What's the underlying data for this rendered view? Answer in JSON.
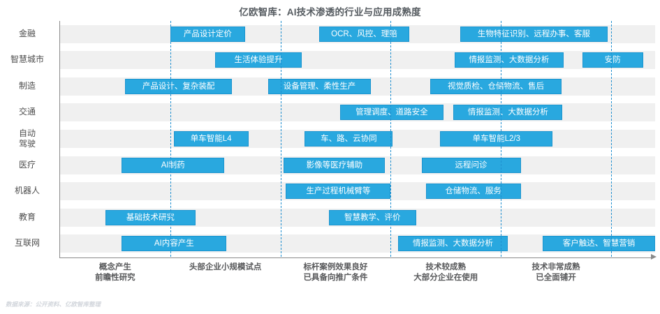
{
  "chart_data": {
    "type": "bar",
    "title": "亿欧智库：AI技术渗透的行业与应用成熟度",
    "subtitle": "",
    "xlabel": "",
    "ylabel": "",
    "grid": true,
    "legend_position": "none",
    "axis_color": "#8a8a8a",
    "bar_color": "#29a8df",
    "bar_border_color": "#1b94cf",
    "band_color": "#f0f0f0",
    "gridline_color": "#1f8fd0",
    "xlim": [
      0,
      5
    ],
    "stage_ticks": [
      1,
      2,
      3,
      4,
      5
    ],
    "stages": [
      {
        "index": 1,
        "line1": "概念产生",
        "line2": "前瞻性研究"
      },
      {
        "index": 2,
        "line1": "头部企业小规模试点",
        "line2": ""
      },
      {
        "index": 3,
        "line1": "标杆案例效果良好",
        "line2": "已具备向推广条件"
      },
      {
        "index": 4,
        "line1": "技术较成熟",
        "line2": "大部分企业在使用"
      },
      {
        "index": 5,
        "line1": "技术非常成熟",
        "line2": "已全面铺开"
      }
    ],
    "categories": [
      "金融",
      "智慧城市",
      "制造",
      "交通",
      "自动驾驶",
      "医疗",
      "机器人",
      "教育",
      "互联网"
    ],
    "rows": [
      {
        "category": "金融",
        "label_line1": "金融",
        "label_line2": "",
        "bars": [
          {
            "label": "产品设计定价",
            "x_start": 1.0,
            "x_end": 1.68
          },
          {
            "label": "OCR、风控、理赔",
            "x_start": 2.35,
            "x_end": 3.17
          },
          {
            "label": "生物特征识别、远程办事、客服",
            "x_start": 3.63,
            "x_end": 4.97
          }
        ]
      },
      {
        "category": "智慧城市",
        "label_line1": "智慧城市",
        "label_line2": "",
        "bars": [
          {
            "label": "生活体验提升",
            "x_start": 1.41,
            "x_end": 2.19
          },
          {
            "label": "情报监测、大数据分析",
            "x_start": 3.58,
            "x_end": 4.57
          },
          {
            "label": "安防",
            "x_start": 4.74,
            "x_end": 5.29
          }
        ]
      },
      {
        "category": "制造",
        "label_line1": "制造",
        "label_line2": "",
        "bars": [
          {
            "label": "产品设计、复杂装配",
            "x_start": 0.59,
            "x_end": 1.56
          },
          {
            "label": "设备管理、柔性生产",
            "x_start": 1.89,
            "x_end": 2.82
          },
          {
            "label": "视觉质检、仓储物流、售后",
            "x_start": 3.36,
            "x_end": 4.55
          }
        ]
      },
      {
        "category": "交通",
        "label_line1": "交通",
        "label_line2": "",
        "bars": [
          {
            "label": "管理调度、道路安全",
            "x_start": 2.54,
            "x_end": 3.48
          },
          {
            "label": "情报监测、大数据分析",
            "x_start": 3.57,
            "x_end": 4.56
          }
        ]
      },
      {
        "category": "自动驾驶",
        "label_line1": "自动",
        "label_line2": "驾驶",
        "bars": [
          {
            "label": "单车智能L4",
            "x_start": 1.03,
            "x_end": 1.71
          },
          {
            "label": "车、路、云协同",
            "x_start": 2.22,
            "x_end": 3.02
          },
          {
            "label": "单车智能L2/3",
            "x_start": 3.45,
            "x_end": 4.47
          }
        ]
      },
      {
        "category": "医疗",
        "label_line1": "医疗",
        "label_line2": "",
        "bars": [
          {
            "label": "AI制药",
            "x_start": 0.56,
            "x_end": 1.49
          },
          {
            "label": "影像等医疗辅助",
            "x_start": 2.03,
            "x_end": 2.95
          },
          {
            "label": "远程问诊",
            "x_start": 3.28,
            "x_end": 4.18
          }
        ]
      },
      {
        "category": "机器人",
        "label_line1": "机器人",
        "label_line2": "",
        "bars": [
          {
            "label": "生产过程机械臂等",
            "x_start": 2.05,
            "x_end": 3.0
          },
          {
            "label": "仓储物流、服务",
            "x_start": 3.32,
            "x_end": 4.18
          }
        ]
      },
      {
        "category": "教育",
        "label_line1": "教育",
        "label_line2": "",
        "bars": [
          {
            "label": "基础技术研究",
            "x_start": 0.41,
            "x_end": 1.23
          },
          {
            "label": "智慧教学、评价",
            "x_start": 2.44,
            "x_end": 3.23
          }
        ]
      },
      {
        "category": "互联网",
        "label_line1": "互联网",
        "label_line2": "",
        "bars": [
          {
            "label": "AI内容产生",
            "x_start": 0.56,
            "x_end": 1.51
          },
          {
            "label": "情报监测、大数据分析",
            "x_start": 3.07,
            "x_end": 4.06
          },
          {
            "label": "客户触达、智慧营销",
            "x_start": 4.38,
            "x_end": 5.4
          }
        ]
      }
    ]
  },
  "footer": {
    "source": "数据来源：公开资料、亿欧智库整理"
  }
}
